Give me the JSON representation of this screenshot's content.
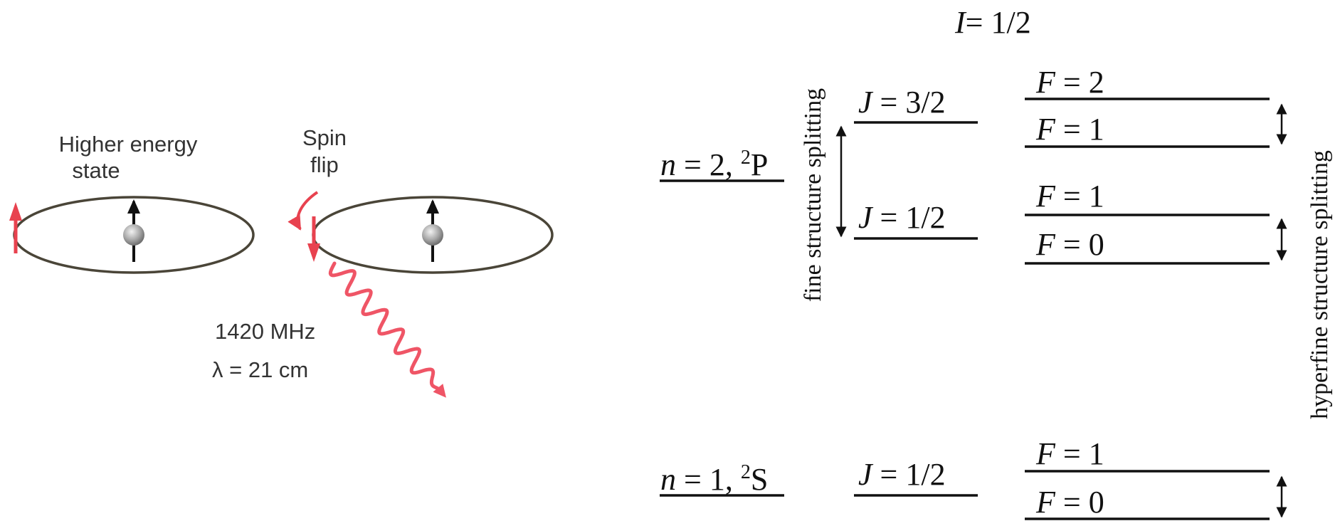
{
  "left_panel": {
    "higher_energy": [
      "Higher energy",
      "state"
    ],
    "spin_flip": [
      "Spin",
      "flip"
    ],
    "frequency": "1420 MHz",
    "wavelength": "λ = 21 cm"
  },
  "right_panel": {
    "nuclear_spin": {
      "symbol": "I",
      "value": "= 1/2"
    },
    "n2_label": {
      "n": "n",
      "rest": " = 2, ",
      "sup": "2",
      "term": "P"
    },
    "n1_label": {
      "n": "n",
      "rest": " = 1, ",
      "sup": "2",
      "term": "S"
    },
    "fine_structure": "fine structure splitting",
    "hyperfine_structure": "hyperfine structure splitting",
    "j_levels": [
      {
        "symbol": "J",
        "value": " = 3/2"
      },
      {
        "symbol": "J",
        "value": " = 1/2"
      },
      {
        "symbol": "J",
        "value": " = 1/2"
      }
    ],
    "f_levels": [
      {
        "symbol": "F",
        "value": " = 2"
      },
      {
        "symbol": "F",
        "value": " = 1"
      },
      {
        "symbol": "F",
        "value": " = 1"
      },
      {
        "symbol": "F",
        "value": " = 0"
      },
      {
        "symbol": "F",
        "value": " = 1"
      },
      {
        "symbol": "F",
        "value": " = 0"
      }
    ]
  },
  "colors": {
    "spin_arrow": "#e8424f",
    "photon_wave": "#ef5566",
    "orbit": "#4a4538",
    "line": "#111111",
    "proton": "#9a9a9a"
  }
}
